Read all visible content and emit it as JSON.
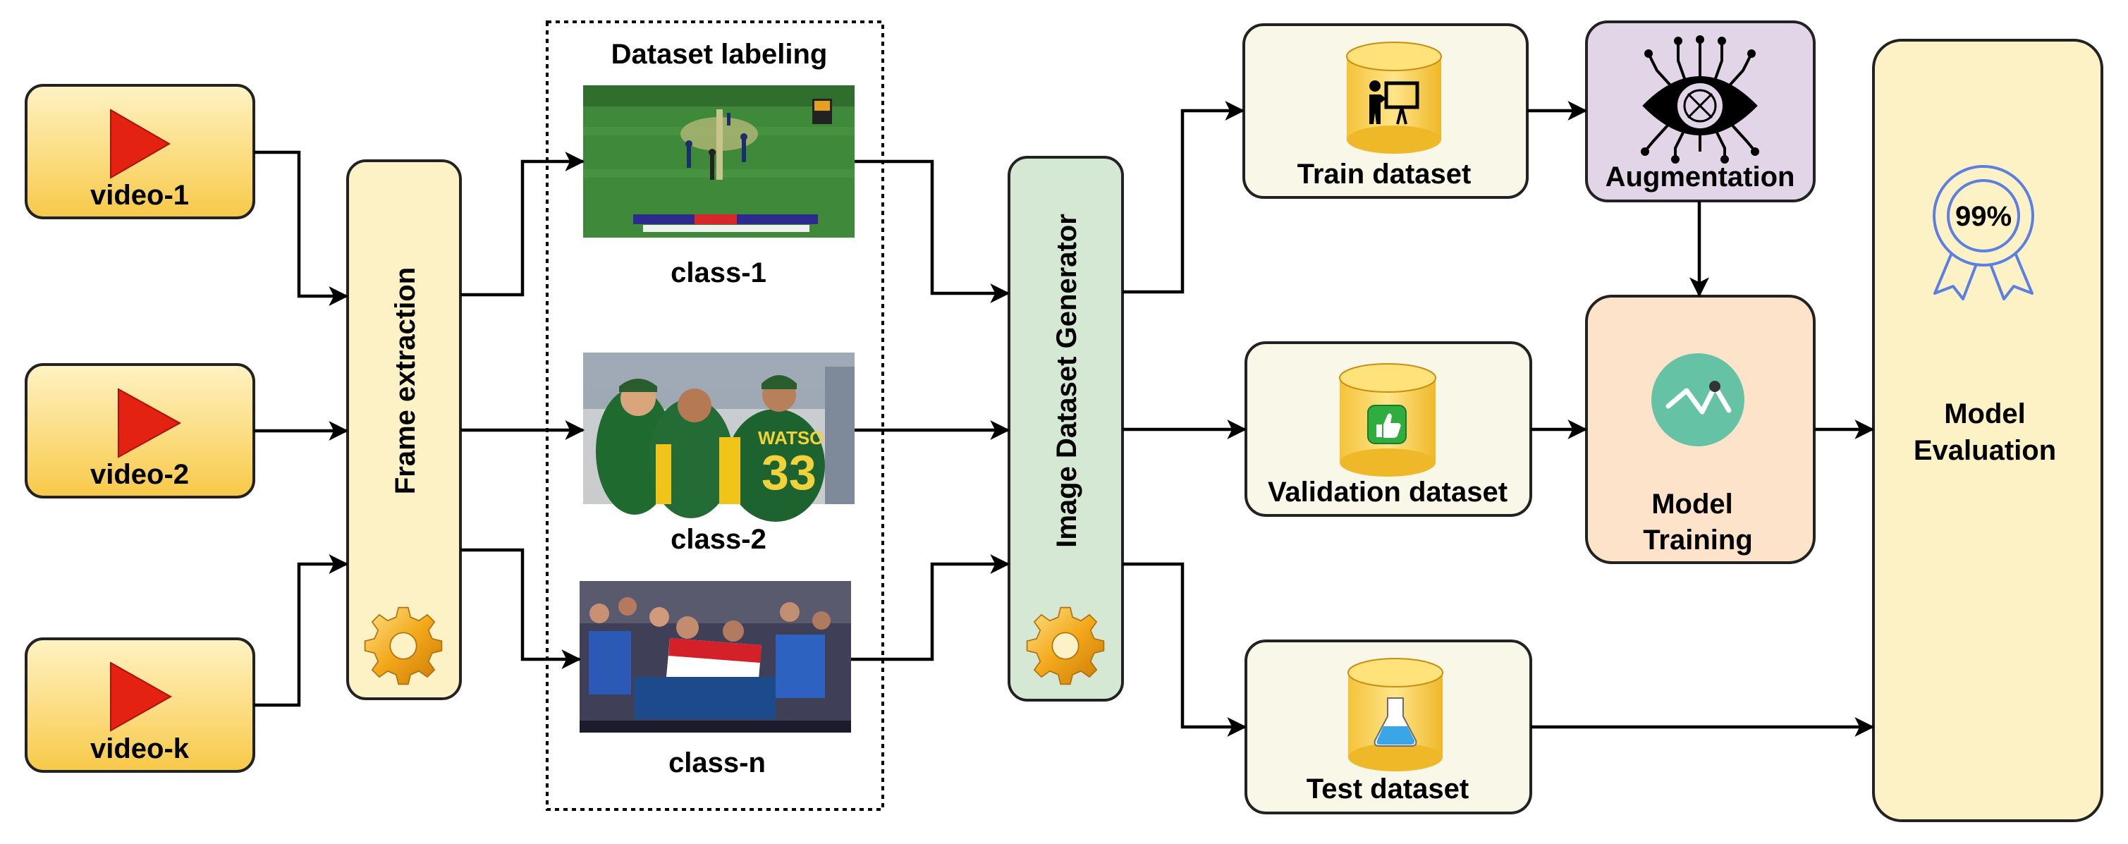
{
  "videos": [
    {
      "label": "video-1"
    },
    {
      "label": "video-2"
    },
    {
      "label": "video-k"
    }
  ],
  "frame_extraction": {
    "label": "Frame extraction",
    "icon": "gear-icon"
  },
  "dataset_labeling": {
    "title": "Dataset labeling",
    "classes": [
      {
        "label": "class-1",
        "image": "cricket-field-frame"
      },
      {
        "label": "class-2",
        "image": "players-celebration-frame"
      },
      {
        "label": "class-n",
        "image": "crowd-cheering-frame"
      }
    ]
  },
  "generator": {
    "label": "Image Dataset Generator",
    "icon": "gear-icon"
  },
  "datasets": {
    "train": {
      "label": "Train dataset",
      "icon": "teacher-board-icon"
    },
    "validation": {
      "label": "Validation dataset",
      "icon": "thumbs-up-icon"
    },
    "test": {
      "label": "Test dataset",
      "icon": "flask-icon"
    }
  },
  "augmentation": {
    "label": "Augmentation",
    "icon": "circuit-eye-icon"
  },
  "training": {
    "label_line1": "Model",
    "label_line2": "Training",
    "icon": "line-chart-icon"
  },
  "evaluation": {
    "label_line1": "Model",
    "label_line2": "Evaluation",
    "badge": "99%"
  },
  "colors": {
    "video_fill": "#fbd86a",
    "frame_fill": "#fdf1c6",
    "generator_fill": "#d5e8d4",
    "dataset_fill": "#f9f7e8",
    "augmentation_fill": "#e1d5e7",
    "training_fill": "#fde3c9",
    "evaluation_fill": "#fdf1c6",
    "play_red": "#e32212",
    "badge_blue": "#5b7fe2"
  }
}
